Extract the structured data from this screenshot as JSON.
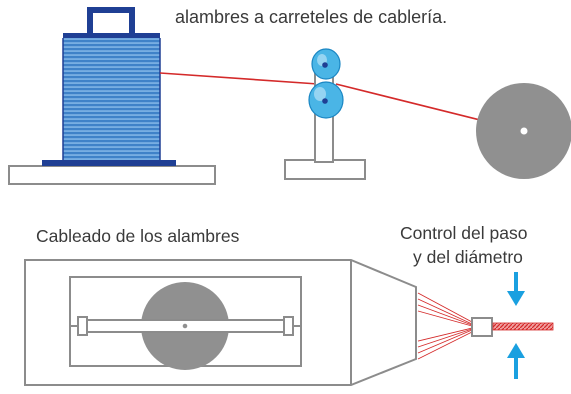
{
  "texts": {
    "top_caption": "alambres a carreteles de  cablería.",
    "cabling_caption": "Cableado de los alambres",
    "control_line1": "Control del paso",
    "control_line2": "y del diámetro"
  },
  "colors": {
    "spool": "#3f82c8",
    "spool_stripe": "#6fa8df",
    "spool_outline": "#1f3f94",
    "wire": "#d42a2a",
    "frame_stroke": "#8c8c8c",
    "disc": "#909090",
    "roller": "#2aa8df",
    "arrow": "#1aa0e0"
  },
  "icons": {
    "arrows": "arrow-down-icon / arrow-up-icon"
  }
}
